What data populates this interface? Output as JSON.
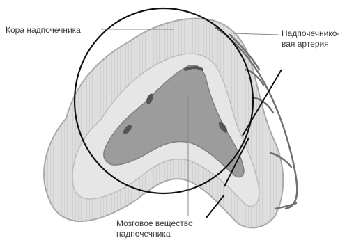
{
  "labels": {
    "cortex": "Кора надпочечника",
    "artery_line1": "Надпочечнико-",
    "artery_line2": "вая артерия",
    "medulla_line1": "Мозговое вещество",
    "medulla_line2": "надпочечника"
  },
  "colors": {
    "cortex_fill": "#dcdcdc",
    "cortex_edge": "#b8b8b8",
    "medulla_fill": "#9a9a9a",
    "vessel": "#6f6f6f",
    "highlight_ring": "#111111"
  }
}
